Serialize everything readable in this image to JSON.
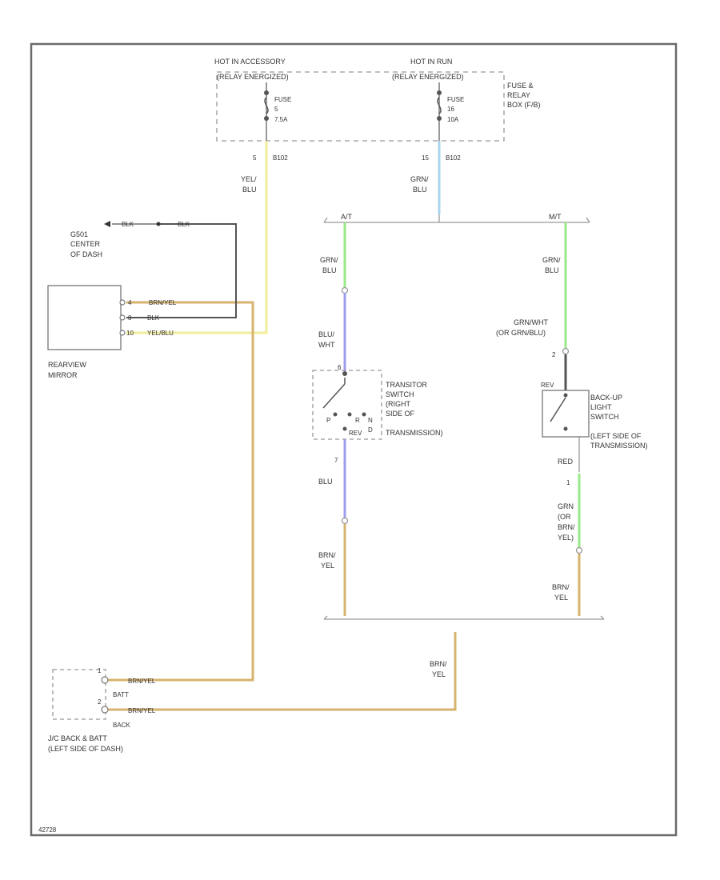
{
  "colors": {
    "frame": "#666666",
    "yel_blu": "#f0ee9a",
    "grn_blu": "#a9d4ee",
    "grn": "#98ea88",
    "blu": "#9c9cee",
    "brn_yel": "#d6b36e",
    "blk": "#555555",
    "gray": "#999999"
  },
  "fuse_box": {
    "hot_left": "HOT IN ACCESSORY",
    "hot_left_sub": "(RELAY ENERGIZED)",
    "hot_right": "HOT IN RUN",
    "hot_right_sub": "(RELAY ENERGIZED)",
    "fuse_left": [
      "FUSE",
      "5",
      "7.5A"
    ],
    "fuse_right": [
      "FUSE",
      "16",
      "10A"
    ],
    "box_label": [
      "FUSE &",
      "RELAY",
      "BOX (F/B)"
    ],
    "pin_left": "5",
    "conn_left": "B102",
    "pin_right": "15",
    "conn_right": "B102"
  },
  "wires": {
    "yel_blu": [
      "YEL/",
      "BLU"
    ],
    "grn_blu_top": [
      "GRN/",
      "BLU"
    ],
    "grn_blu_at": [
      "GRN/",
      "BLU"
    ],
    "grn_blu_mt": [
      "GRN/",
      "BLU"
    ],
    "blu_wht": [
      "BLU/",
      "WHT"
    ],
    "grn_or_grn_wht": [
      "GRN/WHT",
      "(OR GRN/BLU)"
    ],
    "blu": "BLU",
    "brn_yel_left": [
      "BRN/",
      "YEL"
    ],
    "brn_yel_right": [
      "BRN/",
      "YEL"
    ],
    "red": "RED",
    "grn_or_brn_yel": [
      "GRN",
      "(OR",
      "BRN/",
      "YEL)"
    ],
    "brn_yel_bottom": [
      "BRN/",
      "YEL"
    ]
  },
  "branch": {
    "at": "A/T",
    "mt": "M/T"
  },
  "ground": {
    "blk1": "BLK",
    "blk2": "BLK",
    "label": [
      "G501",
      "CENTER",
      "OF DASH"
    ]
  },
  "mirror": {
    "pins": [
      "4",
      "8",
      "10"
    ],
    "wires": [
      "BRN/YEL",
      "BLK",
      "YEL/BLU"
    ],
    "label": [
      "REARVIEW",
      "MIRROR"
    ]
  },
  "tr_switch": {
    "label": [
      "TRANSITOR",
      "SWITCH",
      "(RIGHT",
      "SIDE OF",
      "TRANSMISSION)"
    ],
    "pin_top": "6",
    "pin_bottom": "7",
    "contacts": [
      "P",
      "R",
      "N",
      "D"
    ],
    "rev": "REV"
  },
  "backup_switch": {
    "label": [
      "BACK-UP",
      "LIGHT",
      "SWITCH",
      "(LEFT SIDE OF",
      "TRANSMISSION)"
    ],
    "pin_top": "2",
    "pin_bottom": "1",
    "sub": "REV"
  },
  "jack": {
    "pin_top": "1",
    "pin_bottom": "2",
    "top_wire": "BRN/YEL",
    "bottom_wire": "BRN/YEL",
    "top_term": "BATT",
    "bottom_term": "BACK",
    "label": [
      "J/C BACK & BATT",
      "(LEFT SIDE OF DASH)"
    ]
  },
  "footer_code": "42728"
}
